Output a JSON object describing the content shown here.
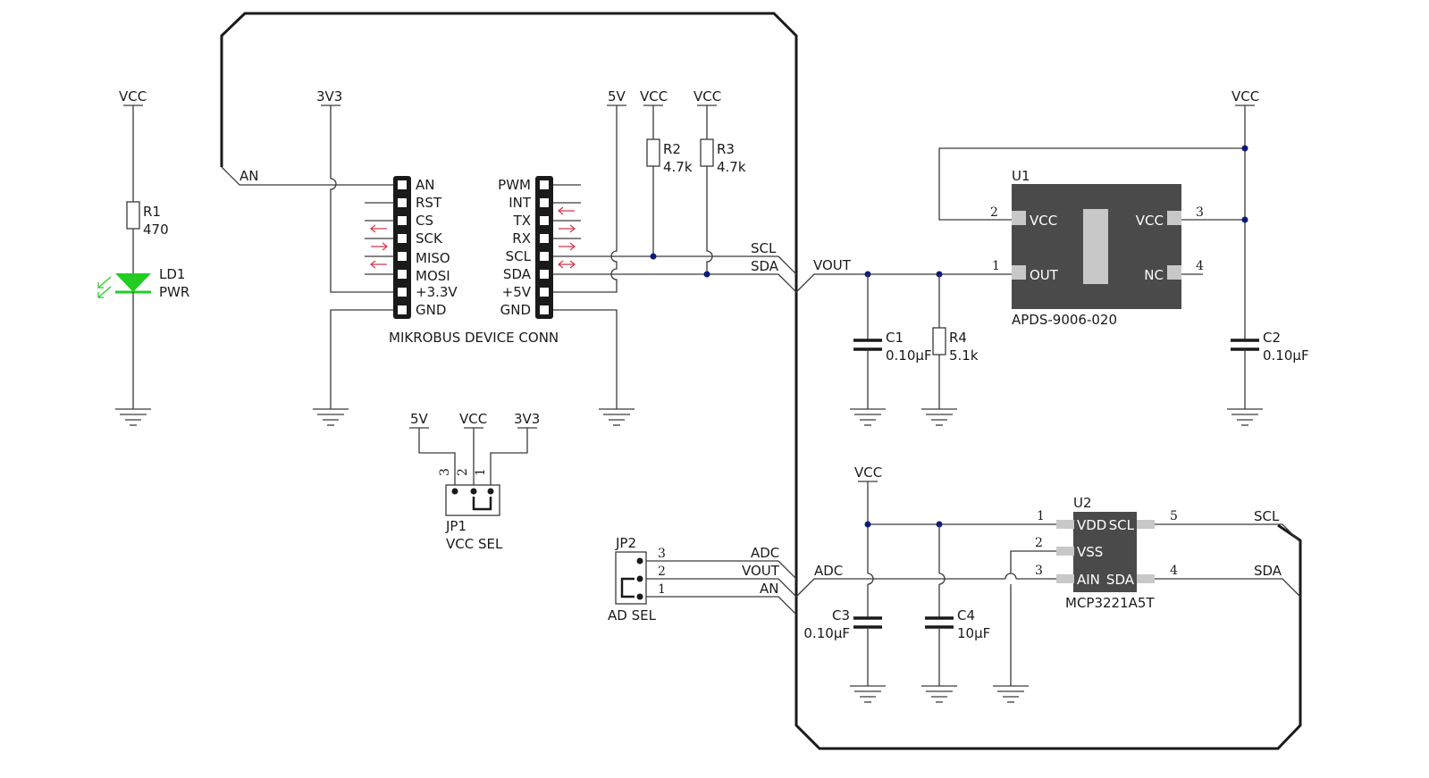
{
  "power": {
    "vcc": "VCC",
    "v33": "3V3",
    "v5": "5V"
  },
  "r1": {
    "ref": "R1",
    "value": "470"
  },
  "ld1": {
    "ref": "LD1",
    "value": "PWR",
    "color": "#22cc22"
  },
  "mikrobus": {
    "title": "MIKROBUS DEVICE CONN",
    "left": [
      "AN",
      "RST",
      "CS",
      "SCK",
      "MISO",
      "MOSI",
      "+3.3V",
      "GND"
    ],
    "right": [
      "PWM",
      "INT",
      "TX",
      "RX",
      "SCL",
      "SDA",
      "+5V",
      "GND"
    ]
  },
  "nets": {
    "an": "AN",
    "scl": "SCL",
    "sda": "SDA",
    "vout": "VOUT",
    "adc": "ADC"
  },
  "r2": {
    "ref": "R2",
    "value": "4.7k"
  },
  "r3": {
    "ref": "R3",
    "value": "4.7k"
  },
  "r4": {
    "ref": "R4",
    "value": "5.1k"
  },
  "c1": {
    "ref": "C1",
    "value": "0.10µF"
  },
  "c2": {
    "ref": "C2",
    "value": "0.10µF"
  },
  "c3": {
    "ref": "C3",
    "value": "0.10µF"
  },
  "c4": {
    "ref": "C4",
    "value": "10µF"
  },
  "u1": {
    "ref": "U1",
    "part": "APDS-9006-020",
    "pins": [
      {
        "num": "2",
        "name": "VCC"
      },
      {
        "num": "1",
        "name": "OUT"
      },
      {
        "num": "3",
        "name": "VCC"
      },
      {
        "num": "4",
        "name": "NC"
      }
    ]
  },
  "u2": {
    "ref": "U2",
    "part": "MCP3221A5T",
    "pins": [
      {
        "num": "1",
        "name": "VDD"
      },
      {
        "num": "2",
        "name": "VSS"
      },
      {
        "num": "3",
        "name": "AIN"
      },
      {
        "num": "5",
        "name": "SCL"
      },
      {
        "num": "4",
        "name": "SDA"
      }
    ]
  },
  "jp1": {
    "ref": "JP1",
    "title": "VCC SEL",
    "pins": [
      "3",
      "2",
      "1"
    ]
  },
  "jp2": {
    "ref": "JP2",
    "title": "AD SEL",
    "pins": [
      "3",
      "2",
      "1"
    ]
  },
  "colors": {
    "wire": "#3a3a3a",
    "junction": "#0d1a7a",
    "chip": "#4a4a4a",
    "chip_pin": "#c8c8c8",
    "arrow": "#d8344a"
  }
}
